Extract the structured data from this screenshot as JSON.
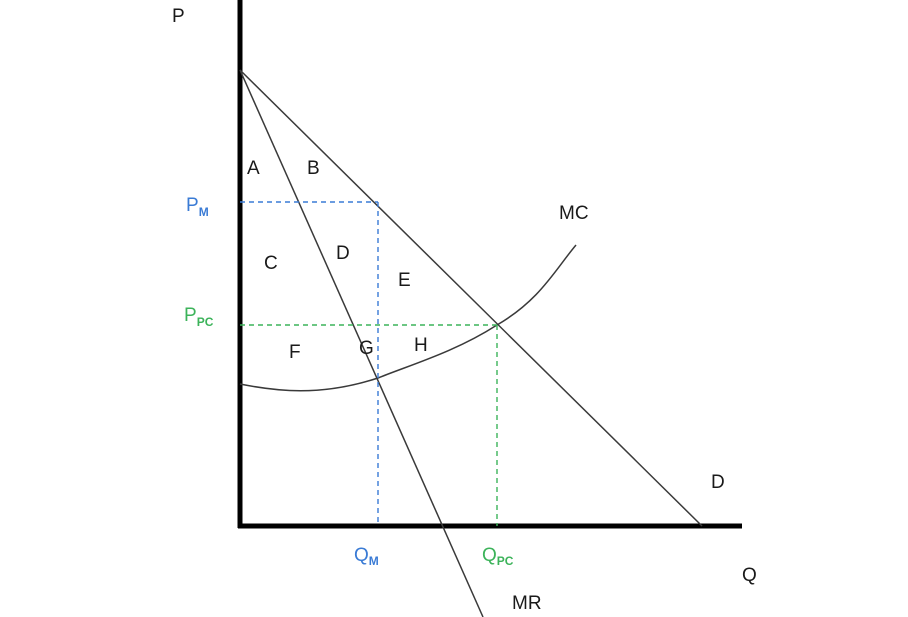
{
  "axes": {
    "y_label": "P",
    "x_label": "Q"
  },
  "curves": {
    "demand": "D",
    "marginal_revenue": "MR",
    "marginal_cost": "MC"
  },
  "price_labels": {
    "monopoly": {
      "main": "P",
      "sub": "M"
    },
    "perfect_competition": {
      "main": "P",
      "sub": "PC"
    }
  },
  "quantity_labels": {
    "monopoly": {
      "main": "Q",
      "sub": "M"
    },
    "perfect_competition": {
      "main": "Q",
      "sub": "PC"
    }
  },
  "regions": {
    "a": "A",
    "b": "B",
    "c": "C",
    "d": "D",
    "e": "E",
    "f": "F",
    "g": "G",
    "h": "H"
  },
  "colors": {
    "axis": "#000000",
    "curve": "#3a3a3a",
    "monopoly_guide": "#3a7bd5",
    "competitive_guide": "#3cb35a"
  }
}
